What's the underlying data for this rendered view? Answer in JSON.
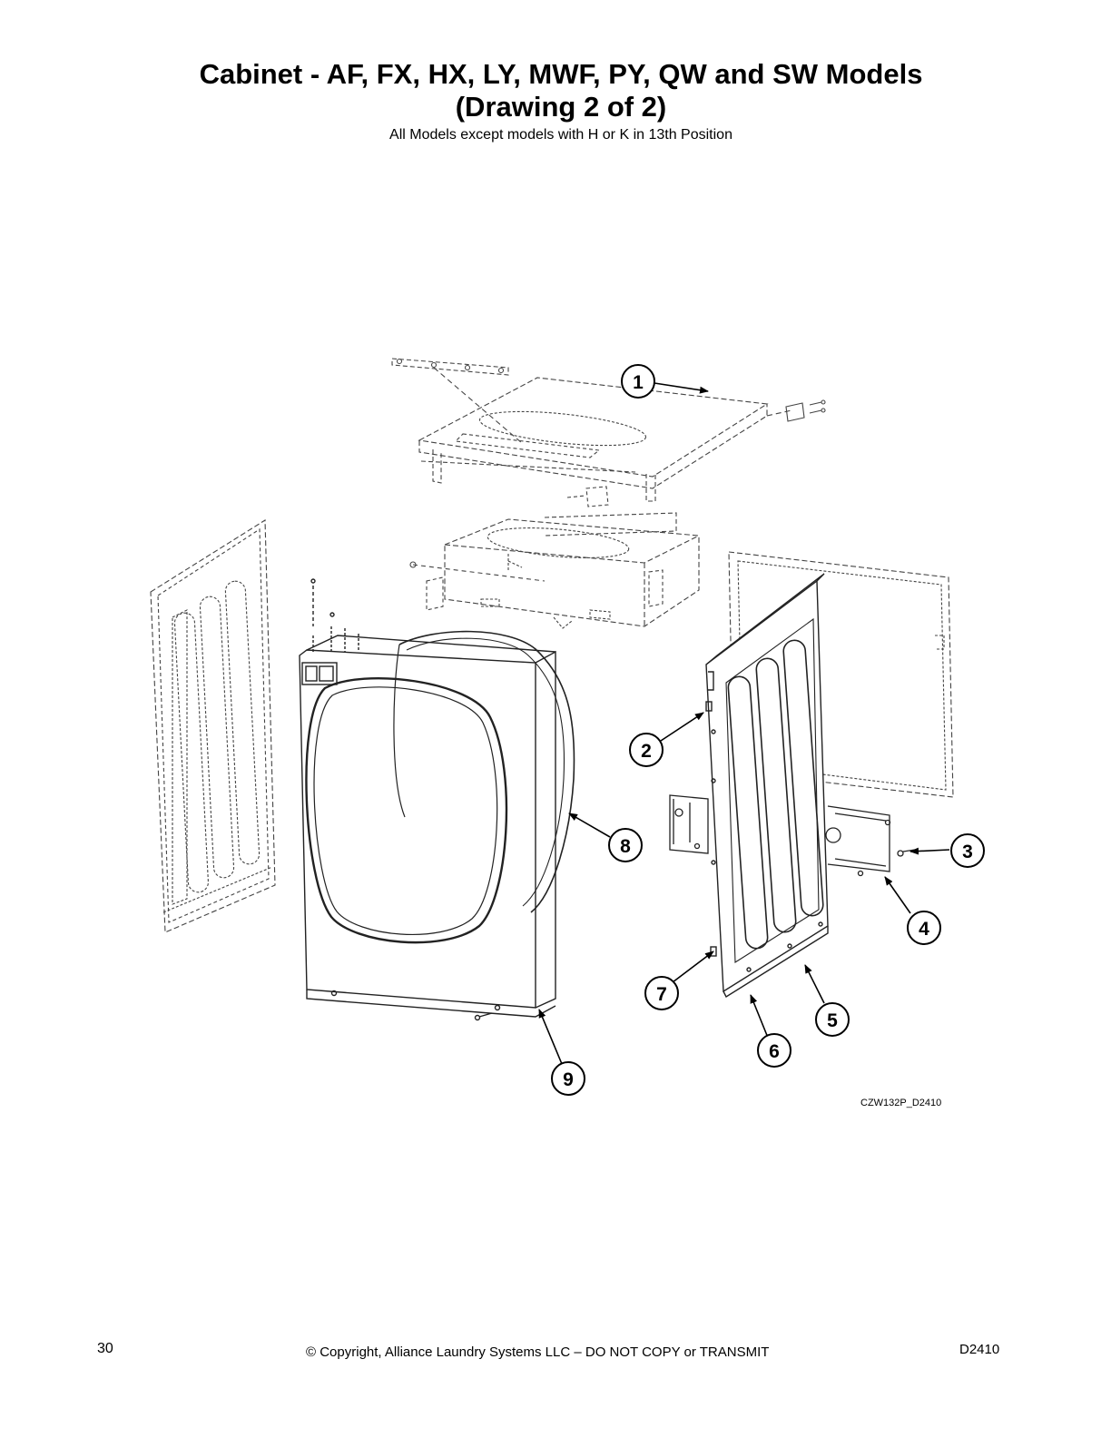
{
  "header": {
    "title_line1": "Cabinet - AF, FX, HX, LY, MWF, PY, QW and SW Models",
    "title_line2": "(Drawing 2 of 2)",
    "subtitle": "All Models except models with H or K in 13th Position"
  },
  "drawing": {
    "code": "CZW132P_D2410",
    "callouts": [
      "1",
      "2",
      "3",
      "4",
      "5",
      "6",
      "7",
      "8",
      "9"
    ]
  },
  "footer": {
    "page_number": "30",
    "copyright": "© Copyright, Alliance Laundry Systems LLC – DO NOT COPY or TRANSMIT",
    "doc_code": "D2410"
  }
}
